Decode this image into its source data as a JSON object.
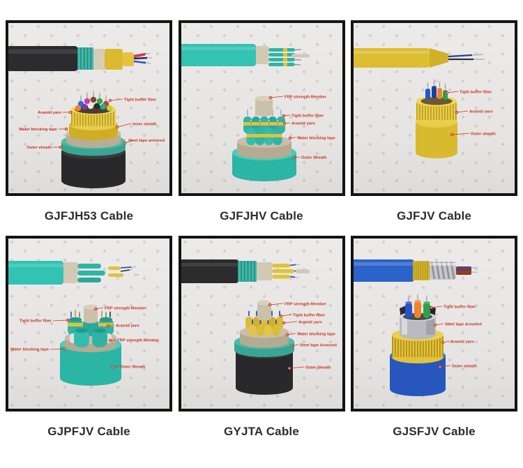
{
  "page": {
    "background": "#ffffff",
    "watermark_color": "#c9c9c9"
  },
  "colors": {
    "label_red": "#c8301d",
    "caption_text": "#2d2d2d",
    "panel_border": "#141414",
    "panel_background": "#e9e8e6",
    "teal_sheath": "#32c3b3",
    "yellow_sheath": "#ddbe33",
    "blue_sheath": "#2b63c8",
    "black_sheath": "#2c2c2e",
    "beige_tape": "#cfc5b0",
    "silver_armor": "#c6c6cc"
  },
  "panels": [
    {
      "id": "gjfjh53",
      "caption": "GJFJH53 Cable",
      "labels": [
        {
          "text": "Tight buffer fiber"
        },
        {
          "text": "Aramid yarn"
        },
        {
          "text": "Inner sheath"
        },
        {
          "text": "Water blocking tape"
        },
        {
          "text": "Steel tape armored"
        },
        {
          "text": "Outer sheath"
        }
      ]
    },
    {
      "id": "gjfjhv",
      "caption": "GJFJHV Cable",
      "labels": [
        {
          "text": "FRP strength Member"
        },
        {
          "text": "Tight buffer fiber"
        },
        {
          "text": "Aramid yarn"
        },
        {
          "text": "Water blocking tape"
        },
        {
          "text": "Outer Sheath"
        }
      ]
    },
    {
      "id": "gjfjv",
      "caption": "GJFJV Cable",
      "labels": [
        {
          "text": "Tight buffer fiber"
        },
        {
          "text": "Aramid yarn"
        },
        {
          "text": "Outer sheath"
        }
      ]
    },
    {
      "id": "gjpfjv",
      "caption": "GJPFJV Cable",
      "labels": [
        {
          "text": "FRP strength Member"
        },
        {
          "text": "Tight buffer fiber"
        },
        {
          "text": "Aramid yarn"
        },
        {
          "text": "FRP strength Member"
        },
        {
          "text": "Water blocking tape"
        },
        {
          "text": "Outer Sheath"
        }
      ]
    },
    {
      "id": "gyjta",
      "caption": "GYJTA Cable",
      "labels": [
        {
          "text": "FRP strength Member"
        },
        {
          "text": "Tight buffer fiber"
        },
        {
          "text": "Aramid yarn"
        },
        {
          "text": "Water blocking tape"
        },
        {
          "text": "Steel tape Armored"
        },
        {
          "text": "Outer Sheath"
        }
      ]
    },
    {
      "id": "gjsfjv",
      "caption": "GJSFJV Cable",
      "labels": [
        {
          "text": "Tight buffer fiber"
        },
        {
          "text": "Steel tape Armored"
        },
        {
          "text": "Aramid yarn"
        },
        {
          "text": "Outer sheath"
        }
      ]
    }
  ]
}
